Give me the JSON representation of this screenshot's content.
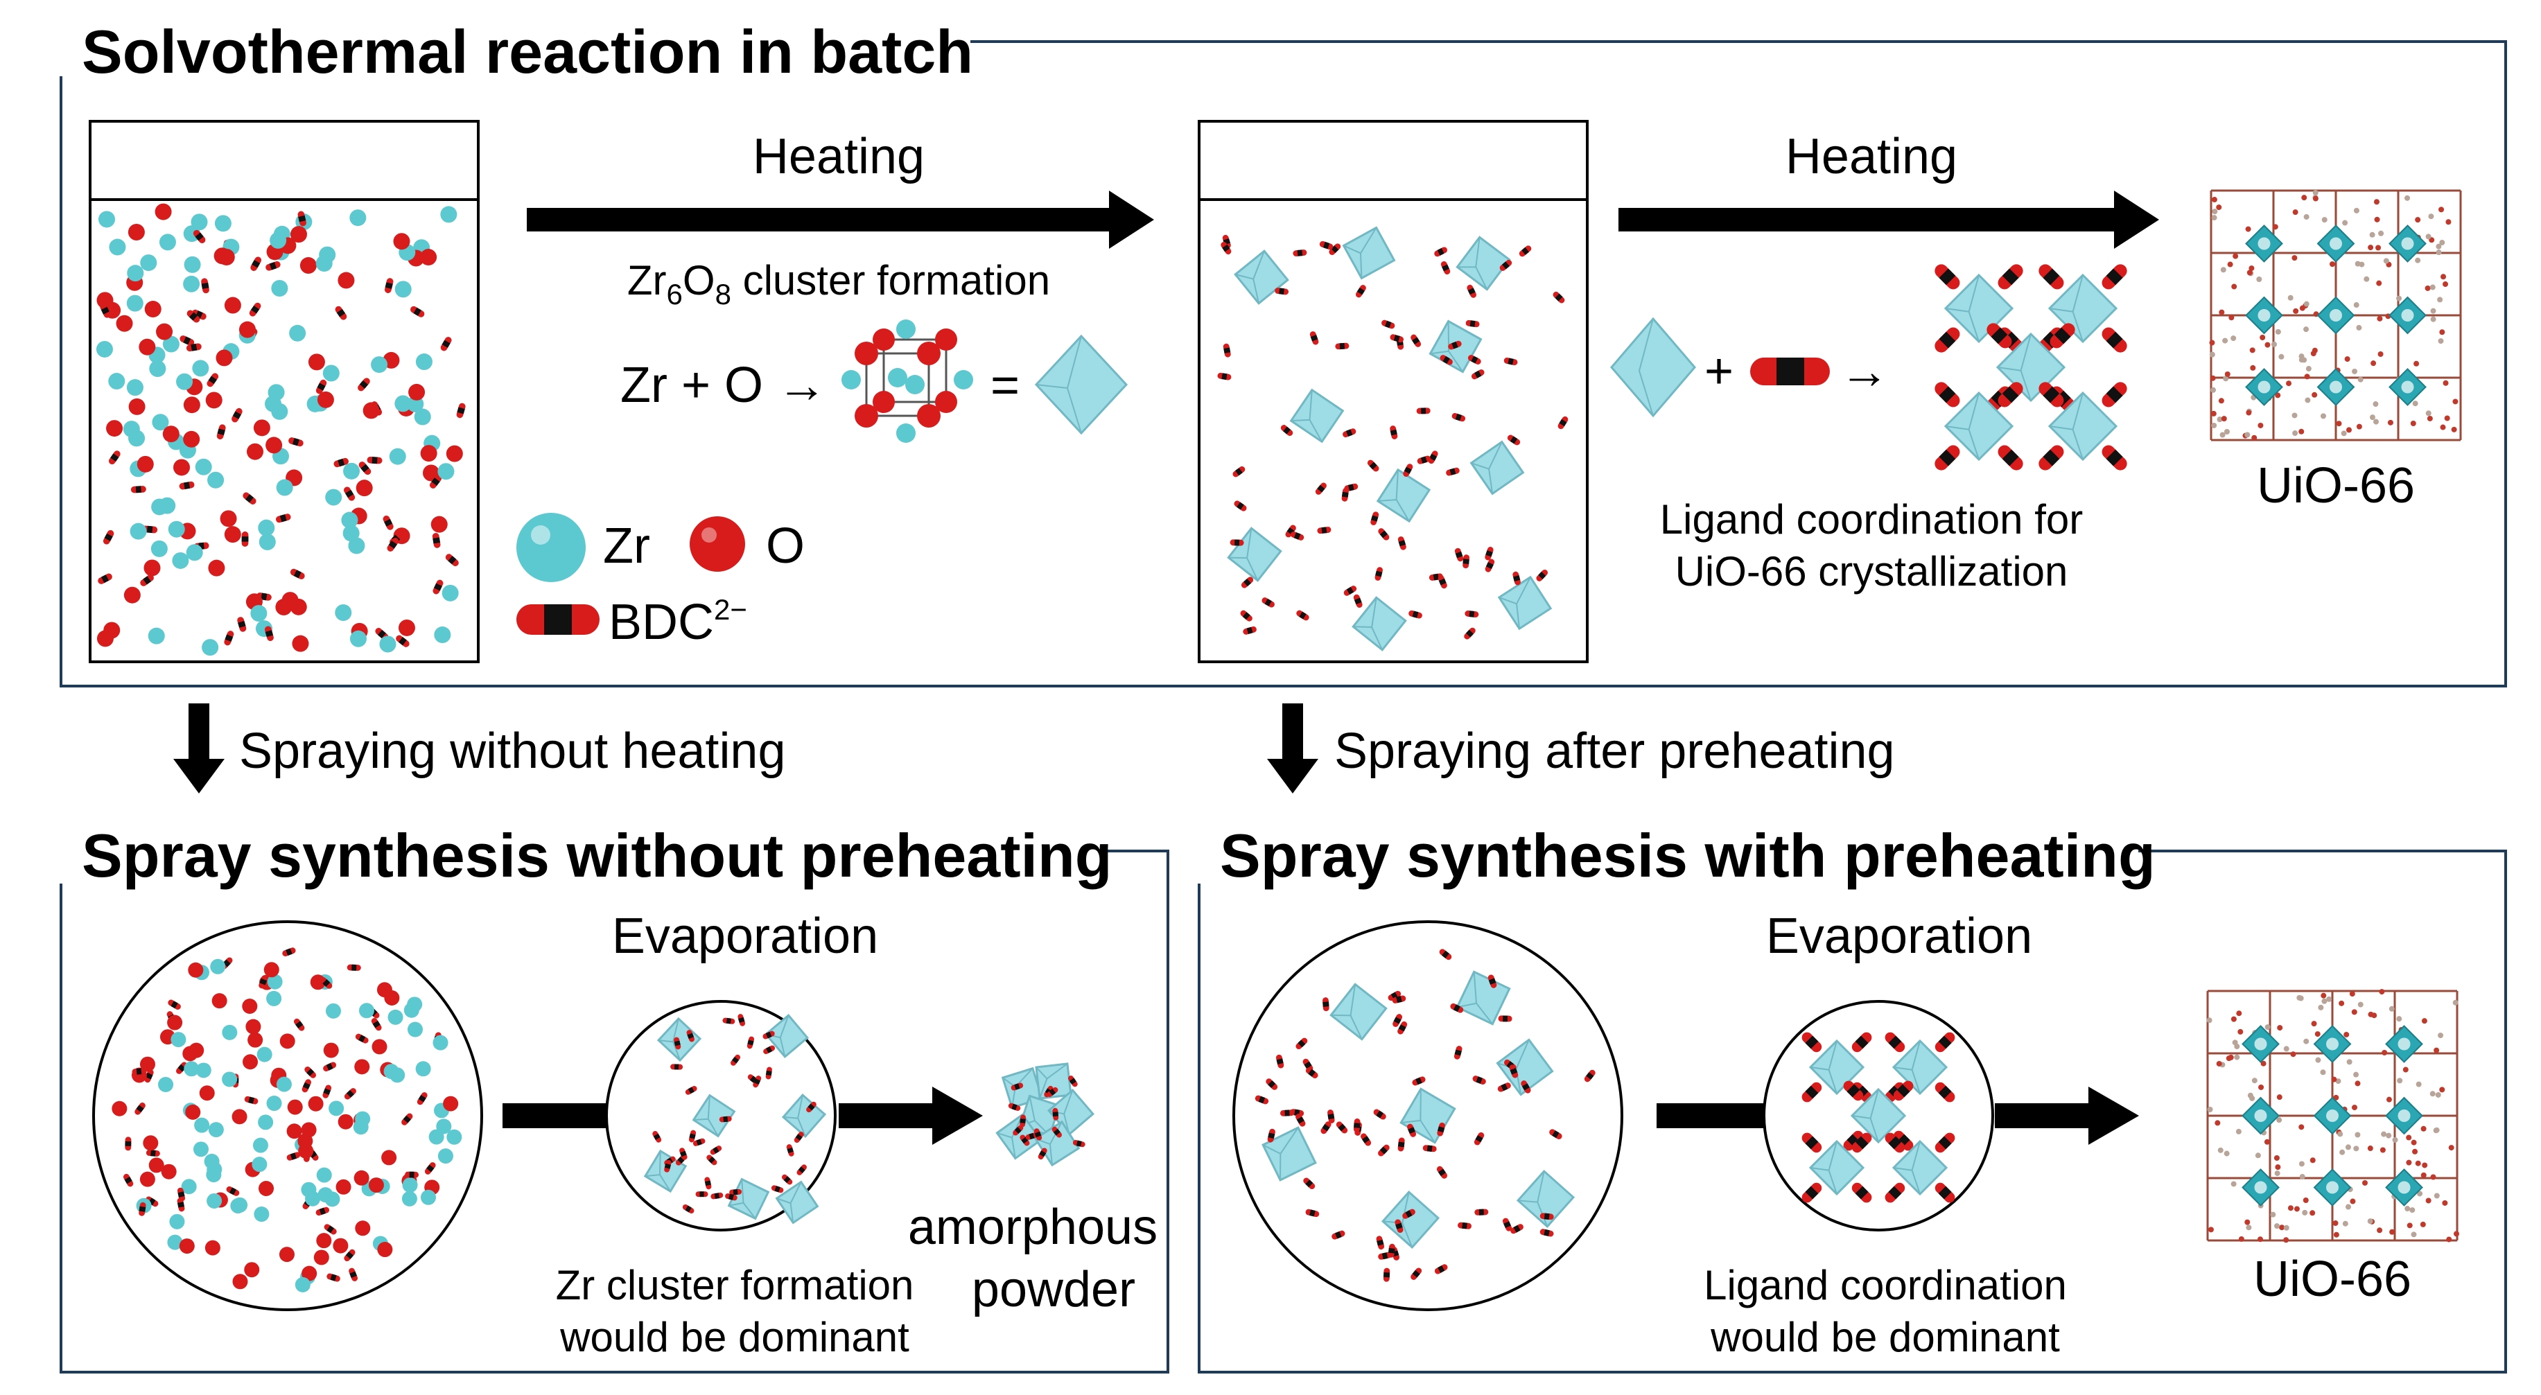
{
  "colors": {
    "zr": "#5cc8d0",
    "o": "#d81c1c",
    "ligand_dark": "#111111",
    "crystal": "#9fdde6",
    "frame": "#1f3b57"
  },
  "batch": {
    "title": "Solvothermal reaction in batch",
    "heating_1": "Heating",
    "cluster_formation_base": "Zr",
    "cluster_formation_sub1": "6",
    "cluster_formation_mid": "O",
    "cluster_formation_sub2": "8",
    "cluster_formation_rest": " cluster formation",
    "equation_left": "Zr + O →",
    "equation_eq": "=",
    "legend_zr": "Zr",
    "legend_o": "O",
    "legend_bdc": "BDC",
    "legend_bdc_charge": "2−",
    "heating_2": "Heating",
    "plus": "+",
    "arrow": "→",
    "ligand_caption_1": "Ligand coordination for",
    "ligand_caption_2": "UiO-66 crystallization",
    "product": "UiO-66"
  },
  "transitions": {
    "left": "Spraying without heating",
    "right": "Spraying after preheating"
  },
  "spray_no_preheat": {
    "title": "Spray synthesis without preheating",
    "evaporation": "Evaporation",
    "caption_1": "Zr cluster formation",
    "caption_2": "would be dominant",
    "result_1": "amorphous",
    "result_2": "powder"
  },
  "spray_preheat": {
    "title": "Spray synthesis with preheating",
    "evaporation": "Evaporation",
    "caption_1": "Ligand coordination",
    "caption_2": "would be dominant",
    "product": "UiO-66"
  }
}
